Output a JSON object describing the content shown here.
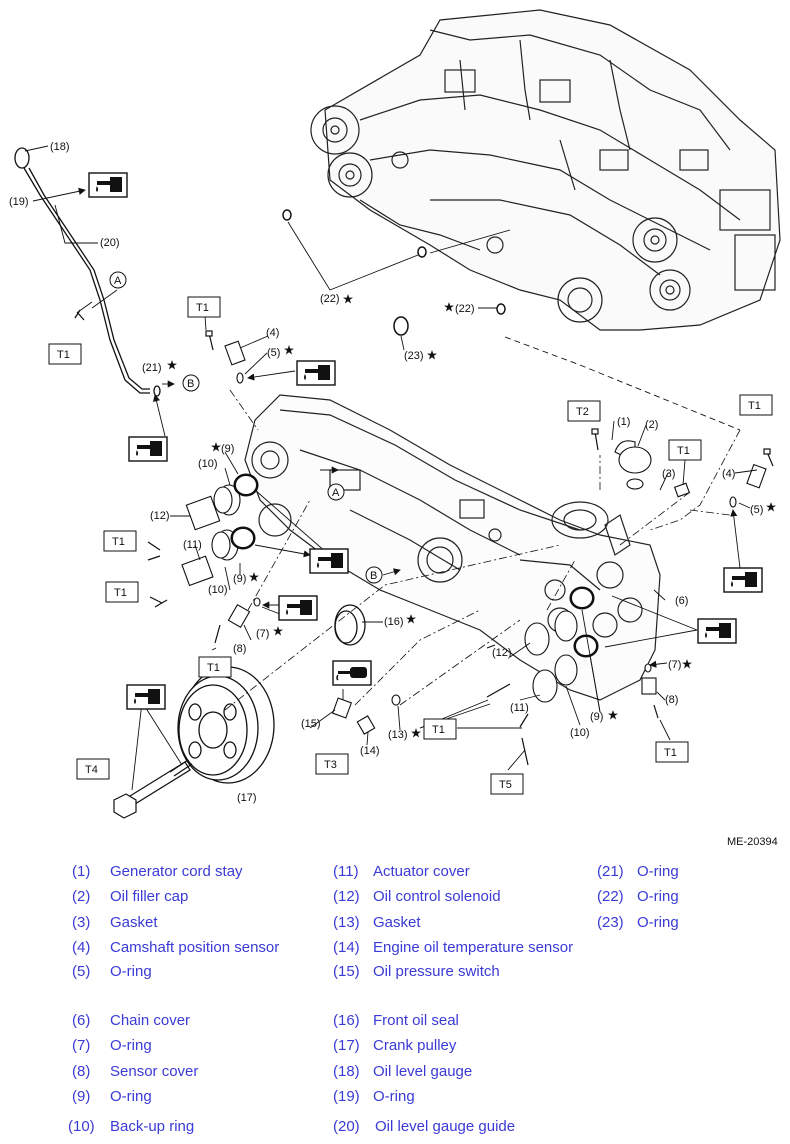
{
  "figure_code": "ME-20394",
  "torque_labels": [
    "T1",
    "T2",
    "T3",
    "T4",
    "T5"
  ],
  "callouts": {
    "c1": "(1)",
    "c2": "(2)",
    "c3": "(3)",
    "c4a": "(4)",
    "c4b": "(4)",
    "c5a": "(5)",
    "c5b": "(5)",
    "c6": "(6)",
    "c7a": "(7)",
    "c7b": "(7)",
    "c8a": "(8)",
    "c8b": "(8)",
    "c9a": "(9)",
    "c9b": "(9)",
    "c9c": "(9)",
    "c10a": "(10)",
    "c10b": "(10)",
    "c10c": "(10)",
    "c11a": "(11)",
    "c11b": "(11)",
    "c12a": "(12)",
    "c12b": "(12)",
    "c13": "(13)",
    "c14": "(14)",
    "c15": "(15)",
    "c16": "(16)",
    "c17": "(17)",
    "c18": "(18)",
    "c19": "(19)",
    "c20": "(20)",
    "c21": "(21)",
    "c22a": "(22)",
    "c22b": "(22)",
    "c23": "(23)",
    "refA": "A",
    "refB": "B"
  },
  "legend": [
    {
      "num": "(1)",
      "name": "Generator cord stay"
    },
    {
      "num": "(2)",
      "name": "Oil filler cap"
    },
    {
      "num": "(3)",
      "name": "Gasket"
    },
    {
      "num": "(4)",
      "name": "Camshaft position sensor"
    },
    {
      "num": "(5)",
      "name": "O-ring"
    },
    {
      "num": "(6)",
      "name": "Chain cover"
    },
    {
      "num": "(7)",
      "name": "O-ring"
    },
    {
      "num": "(8)",
      "name": "Sensor cover"
    },
    {
      "num": "(9)",
      "name": "O-ring"
    },
    {
      "num": "(10)",
      "name": "Back-up ring"
    },
    {
      "num": "(11)",
      "name": "Actuator cover"
    },
    {
      "num": "(12)",
      "name": "Oil control solenoid"
    },
    {
      "num": "(13)",
      "name": "Gasket"
    },
    {
      "num": "(14)",
      "name": "Engine oil temperature sensor"
    },
    {
      "num": "(15)",
      "name": "Oil pressure switch"
    },
    {
      "num": "(16)",
      "name": "Front oil seal"
    },
    {
      "num": "(17)",
      "name": "Crank pulley"
    },
    {
      "num": "(18)",
      "name": "Oil level gauge"
    },
    {
      "num": "(19)",
      "name": "O-ring"
    },
    {
      "num": "(20)",
      "name": "Oil level gauge guide"
    },
    {
      "num": "(21)",
      "name": "O-ring"
    },
    {
      "num": "(22)",
      "name": "O-ring"
    },
    {
      "num": "(23)",
      "name": "O-ring"
    }
  ],
  "icons": [
    "oil-apply-icon",
    "grease-apply-icon",
    "star-icon"
  ]
}
